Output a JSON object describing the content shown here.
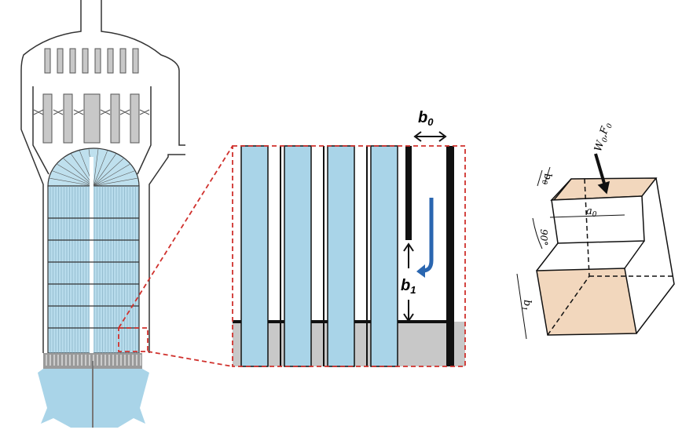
{
  "colors": {
    "tube_blue": "#a9d4e8",
    "gray": "#c8c8c8",
    "red_dash": "#d0312d",
    "flow_arrow": "#2a66b0",
    "beige": "#f2d7bd"
  },
  "detail": {
    "label_b0": "b",
    "label_b0_sub": "0",
    "label_b1": "b",
    "label_b1_sub": "1"
  },
  "cell": {
    "label_w": "W",
    "label_w_sub": "0",
    "label_f": "F",
    "label_f_sub": "0",
    "label_a0": "a",
    "label_a0_sub": "0",
    "label_b0": "b",
    "label_b0_sub": "0",
    "label_angle": "90°",
    "label_b1": "b",
    "label_b1_sub": "1"
  }
}
